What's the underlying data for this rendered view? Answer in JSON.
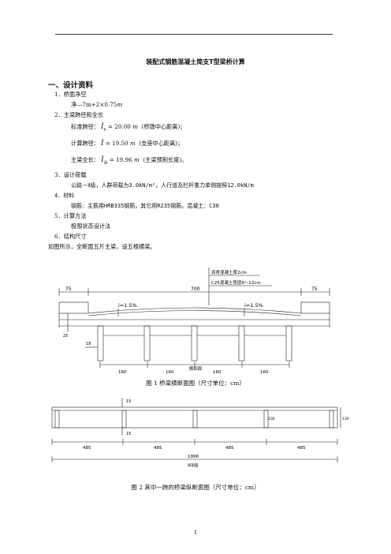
{
  "title": "装配式钢筋混凝土简支T型梁桥计算",
  "section1": "一、设计资料",
  "items": {
    "i1_head": "1．桥面净空",
    "i1_val": "净—7m+2×0.75",
    "i1_unit": "m",
    "i2_head": "2．主梁跨径和全长",
    "std_label": "标准跨径：",
    "std_sym": "l",
    "std_sub": "b",
    "std_val": "= 20.00",
    "std_unit": "m",
    "std_note": "(桥墩中心距离)；",
    "calc_label": "计算跨径：",
    "calc_sym": "l",
    "calc_val": "= 19.50",
    "calc_unit": "m",
    "calc_note": "(支座中心距离)；",
    "full_label": "主梁全长：",
    "full_sym": "l",
    "full_sub": "全",
    "full_val": "= 19.96",
    "full_unit": "m",
    "full_note": "(主梁预制长度)。",
    "i3_head": "3．设计荷载",
    "i3_val": "公路－Ⅱ级，人群荷载为3.0kN/m²，人行道及栏杆重力单侧按照12.0kN/m",
    "i4_head": "4．材料",
    "i4_val": "钢筋：主筋用HRB335钢筋，其它用R235钢筋。混凝土：C30",
    "i5_head": "5．计算方法",
    "i5_val": "极限状态设计法",
    "i6_head": "6．结构尺寸",
    "i6_val": "如图所示，全断面五片主梁，设五根横梁。"
  },
  "figure1": {
    "note1": "沥青混凝土厚2cm",
    "note2": "C25混凝土垫层6～12cm",
    "dim_left": "75",
    "dim_mid": "700",
    "dim_right": "75",
    "slope_left": "i=1.5%",
    "slope_right": "i=1.5%",
    "dim_curb": "25",
    "dim_edge": "18",
    "spacing": [
      "160",
      "160",
      "160",
      "160"
    ],
    "sublabel": "横剖面",
    "caption": "图 1  桥梁横断面图（尺寸单位：cm）"
  },
  "figure2": {
    "dim_top": "15",
    "dim_bottom": "15",
    "dim_beam": "100",
    "dim_height": "130",
    "spans": [
      "485",
      "485",
      "485",
      "485"
    ],
    "total": "1996",
    "sublabel": "纵剖面",
    "caption": "图 2  其中一跨的桥梁纵断面图（尺寸单位：cm）"
  },
  "page_number": "1"
}
